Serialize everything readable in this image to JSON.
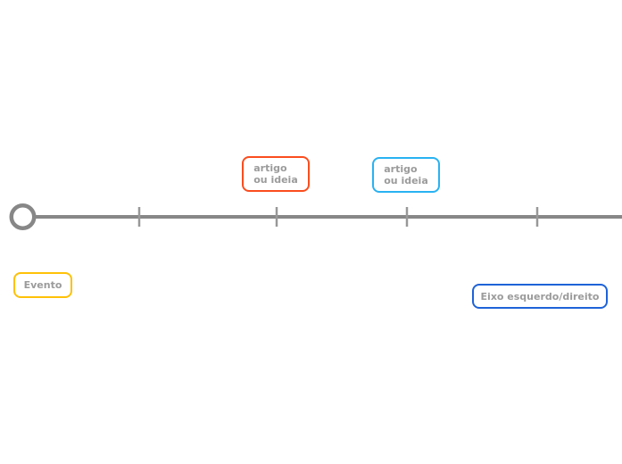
{
  "canvas": {
    "background": "#ffffff",
    "text_color": "#9b9b9b"
  },
  "diagram": {
    "type": "timeline",
    "axis": {
      "color": "#878787",
      "tick_color": "#989898",
      "tick_count": 4
    },
    "origin": {
      "shape": "circle",
      "color": "#878787"
    }
  },
  "nodes": [
    {
      "id": "artigo-left",
      "label": "artigo\nou ideia",
      "border_color": "#fb4d1e"
    },
    {
      "id": "artigo-right",
      "label": "artigo\nou ideia",
      "border_color": "#29b2f2"
    },
    {
      "id": "evento",
      "label": "Evento",
      "border_color": "#fec107"
    },
    {
      "id": "eixo",
      "label": "Eixo esquerdo/direito",
      "border_color": "#1e63d8"
    }
  ]
}
